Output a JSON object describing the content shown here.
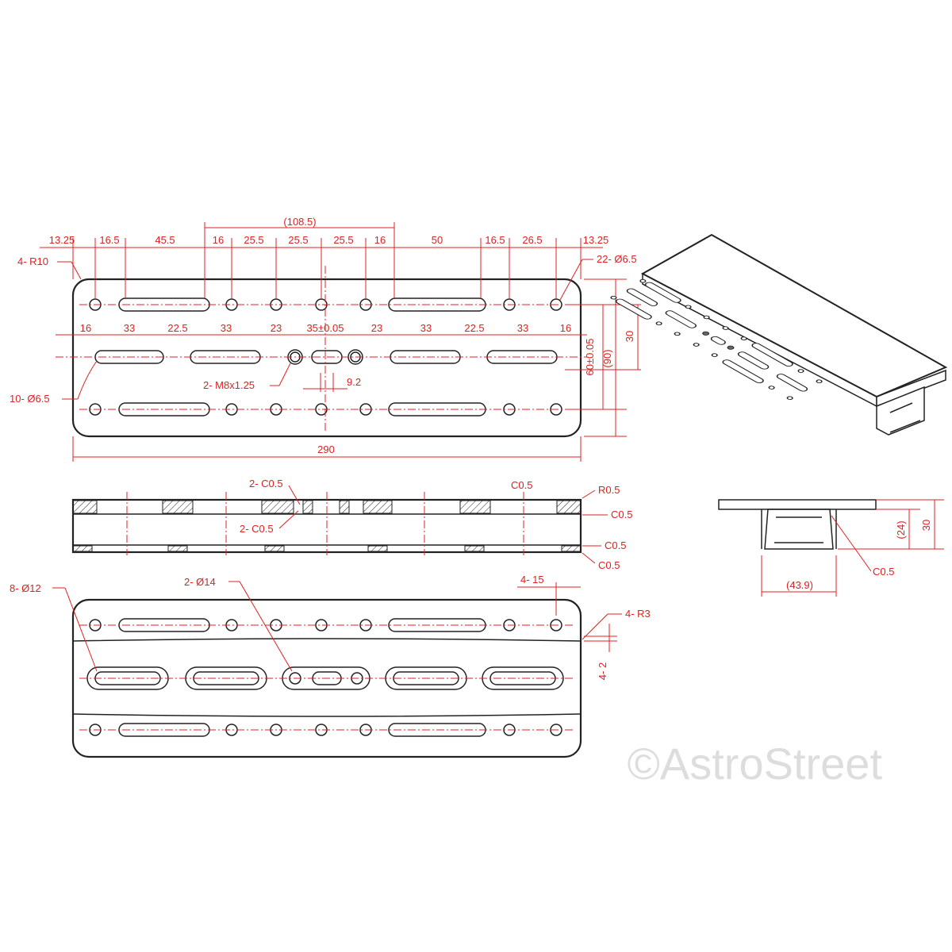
{
  "top_view": {
    "top_dims": [
      "13.25",
      "16.5",
      "45.5",
      "16",
      "25.5",
      "25.5",
      "25.5",
      "16",
      "50",
      "16.5",
      "26.5",
      "13.25"
    ],
    "overall_top": "(108.5)",
    "mid_dims": [
      "16",
      "33",
      "22.5",
      "33",
      "23",
      "35±0.05",
      "23",
      "33",
      "22.5",
      "33",
      "16"
    ],
    "corner_radius": "4- R10",
    "holes_top": "22- Ø6.5",
    "holes_left": "10- Ø6.5",
    "thread": "2- M8x1.25",
    "slot_dim": "9.2",
    "width_290": "290",
    "dim_60": "60±0.05",
    "dim_90": "(90)",
    "dim_30": "30"
  },
  "section_view": {
    "c1": "2- C0.5",
    "c2": "2- C0.5",
    "c3": "C0.5",
    "r05": "R0.5",
    "c4": "C0.5",
    "c5": "C0.5",
    "c6": "C0.5"
  },
  "bottom_view": {
    "holes12": "8- Ø12",
    "holes14": "2- Ø14",
    "dim415": "4- 15",
    "r3": "4- R3",
    "dim42": "4- 2"
  },
  "side_view": {
    "dim24": "(24)",
    "dim30": "30",
    "dim439": "(43.9)",
    "c05": "C0.5"
  },
  "watermark": "©AstroStreet",
  "colors": {
    "dimension": "#e02020",
    "outline": "#222222",
    "watermark": "#dddddd"
  }
}
